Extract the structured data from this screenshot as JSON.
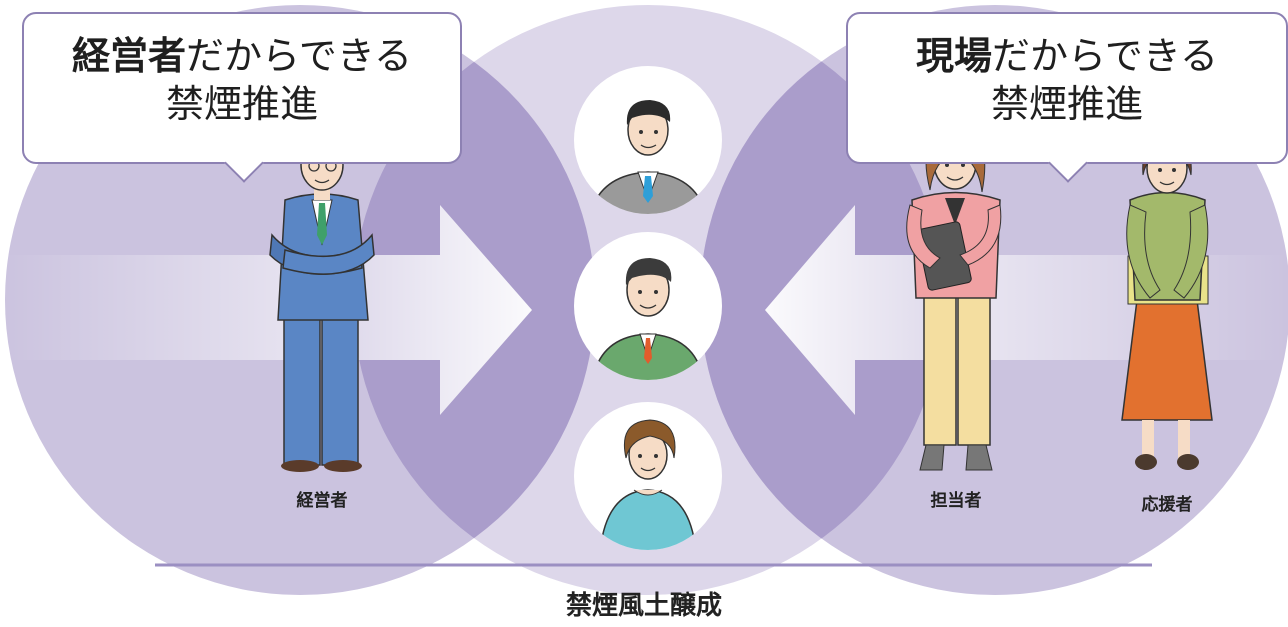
{
  "left_bubble": {
    "line1_bold": "経営者",
    "line1_rest": "だからできる",
    "line2": "禁煙推進"
  },
  "right_bubble": {
    "line1_bold": "現場",
    "line1_rest": "だからできる",
    "line2": "禁煙推進"
  },
  "labels": {
    "executive": "経営者",
    "manager": "担当者",
    "supporter": "応援者"
  },
  "bottom_caption": "禁煙風土醸成",
  "colors": {
    "circle": "#c9c0de",
    "overlap": "#a89bc9",
    "bubble_border": "#8d81b3",
    "arrow": "#ffffff",
    "line": "#9b8fc2",
    "suit_blue": "#5a86c5",
    "green_jacket": "#6aa86d",
    "pink_jacket": "#f0a1a3",
    "cream_pants": "#f4dea0",
    "olive_sweater": "#a3b96b",
    "orange_skirt": "#e2712f",
    "teal_top": "#6fc7d3"
  }
}
